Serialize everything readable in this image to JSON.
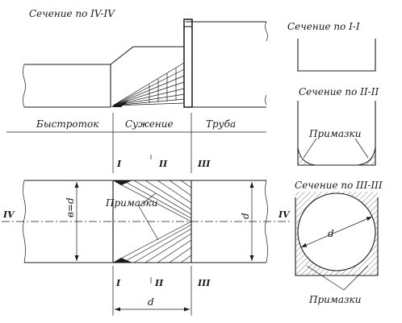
{
  "labels": {
    "section_iv": "Сечение по IV-IV",
    "section_i": "Сечение по I-I",
    "section_ii": "Сечение по II-II",
    "section_iii": "Сечение по III-III",
    "bystrotok": "Быстроток",
    "suzhenie": "Сужение",
    "truba": "Труба",
    "primazki_plan": "Примазки",
    "primazki_ii": "Примазки",
    "primazki_iii": "Примазки",
    "b_eq_d": "в=d",
    "d_right": "d",
    "d_bottom": "d",
    "d_circle": "d"
  },
  "romans": {
    "i_top": "I",
    "ii_top": "II",
    "iii_top": "III",
    "i_bottom": "I",
    "ii_bottom": "II",
    "iii_bottom": "III",
    "iv_left": "IV",
    "iv_right": "IV"
  }
}
